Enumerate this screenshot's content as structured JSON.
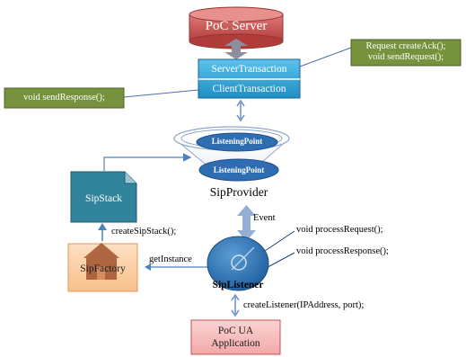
{
  "server": {
    "label": "PoC Server"
  },
  "transactions": {
    "server": "ServerTransaction",
    "client": "ClientTransaction"
  },
  "notes": {
    "request": [
      "Request createAck();",
      "void sendRequest();"
    ],
    "response": "void sendResponse();"
  },
  "provider": {
    "listening_point_top": "ListeningPoint",
    "listening_point_bottom": "ListeningPoint",
    "label": "SipProvider"
  },
  "stack": {
    "label": "SipStack",
    "create_call": "createSipStack();"
  },
  "factory": {
    "label": "SipFactory",
    "get_instance": "getInstance"
  },
  "event_label": "Event",
  "listener": {
    "label": "SipListener",
    "process_request": "void processRequest();",
    "process_response": "void processResponse();",
    "create_call": "createListener(IPAddress,  port);"
  },
  "app": {
    "line1": "PoC UA",
    "line2": "Application"
  },
  "colors": {
    "server_red": "#c0504d",
    "transaction_blue": "#31a5d6",
    "note_green": "#76923c",
    "listener_blue": "#2e74b5",
    "stack_blue": "#31849b",
    "factory_fill": "#fcd5b4",
    "app_fill": "#f4b6b6"
  }
}
